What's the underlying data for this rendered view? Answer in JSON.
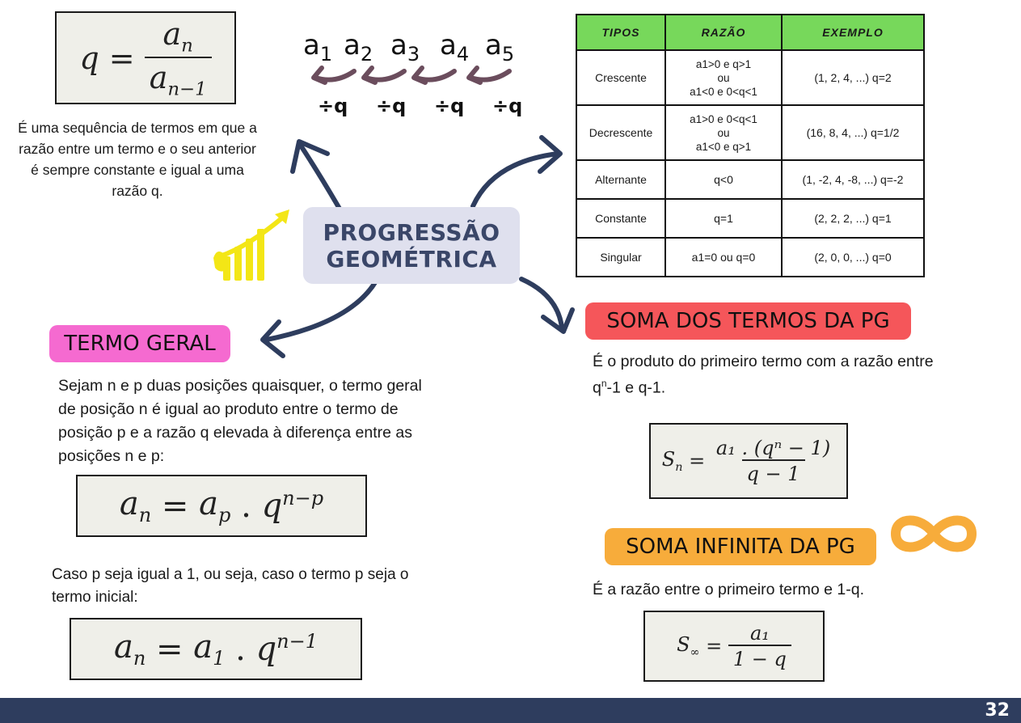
{
  "colors": {
    "center_pill": "#dfe0ee",
    "center_text": "#3a4668",
    "arrow": "#2e3d5e",
    "small_arrow": "#6b4d5d",
    "termo_geral_bg": "#f56ad0",
    "soma_pg_bg": "#f5565a",
    "soma_infinita_bg": "#f7ac3b",
    "infinity": "#f7ac3b",
    "table_header": "#77d85b",
    "chart_icon": "#f3e616",
    "footer": "#2e3d5e"
  },
  "center": {
    "line1": "PROGRESSÃO",
    "line2": "GEOMÉTRICA"
  },
  "ratio_formula": {
    "lhs": "q =",
    "num": "a",
    "num_sub": "n",
    "den": "a",
    "den_sub": "n−1"
  },
  "definition": "É uma sequência de termos em que a razão entre um termo e o seu anterior é sempre constante e igual a uma razão q.",
  "sequence": {
    "terms": [
      {
        "base": "a",
        "sub": "1"
      },
      {
        "base": "a",
        "sub": "2"
      },
      {
        "base": "a",
        "sub": "3"
      },
      {
        "base": "a",
        "sub": "4"
      },
      {
        "base": "a",
        "sub": "5"
      }
    ],
    "divisions": [
      "÷q",
      "÷q",
      "÷q",
      "÷q"
    ]
  },
  "table": {
    "headers": [
      "TIPOS",
      "RAZÃO",
      "EXEMPLO"
    ],
    "rows": [
      {
        "tipo": "Crescente",
        "razao": [
          "a1>0 e q>1",
          "ou",
          "a1<0 e 0<q<1"
        ],
        "exemplo": "(1, 2, 4, ...) q=2"
      },
      {
        "tipo": "Decrescente",
        "razao": [
          "a1>0 e 0<q<1",
          "ou",
          "a1<0 e q>1"
        ],
        "exemplo": "(16, 8, 4, ...) q=1/2"
      },
      {
        "tipo": "Alternante",
        "razao": [
          "q<0"
        ],
        "exemplo": "(1, -2, 4, -8, ...) q=-2"
      },
      {
        "tipo": "Constante",
        "razao": [
          "q=1"
        ],
        "exemplo": "(2, 2, 2, ...) q=1"
      },
      {
        "tipo": "Singular",
        "razao": [
          "a1=0 ou q=0"
        ],
        "exemplo": "(2, 0, 0, ...) q=0"
      }
    ]
  },
  "termo_geral": {
    "title": "TERMO GERAL",
    "text": "Sejam n e p duas posições quaisquer, o termo geral de posição n é igual ao produto entre o termo de posição p e a razão q elevada à diferença entre as posições n e p:",
    "formula1": {
      "lhs": "a",
      "lhs_sub": "n",
      "eq": " = ",
      "a": "a",
      "a_sub": "p",
      "dot": " . ",
      "q": "q",
      "exp": "n−p"
    },
    "text2": "Caso p seja igual a 1, ou seja, caso o termo p seja o termo inicial:",
    "formula2": {
      "lhs": "a",
      "lhs_sub": "n",
      "eq": " = ",
      "a": "a",
      "a_sub": "1",
      "dot": " . ",
      "q": "q",
      "exp": "n−1"
    }
  },
  "soma_pg": {
    "title": "SOMA DOS TERMOS DA PG",
    "text_a": "É o produto do primeiro termo com a razão entre",
    "text_b_q": "q",
    "text_b_sup": "n",
    "text_b_rest": "-1 e q-1.",
    "formula": {
      "lhs": "S",
      "lhs_sub": "n",
      "eq": " = ",
      "num": "a₁ . (qⁿ − 1)",
      "den": "q − 1"
    }
  },
  "soma_infinita": {
    "title": "SOMA INFINITA DA PG",
    "text": "É a razão entre o primeiro termo e 1-q.",
    "formula": {
      "lhs": "S",
      "lhs_sub": "∞",
      "eq": " = ",
      "num": "a₁",
      "den": "1 − q"
    }
  },
  "page_number": "32"
}
